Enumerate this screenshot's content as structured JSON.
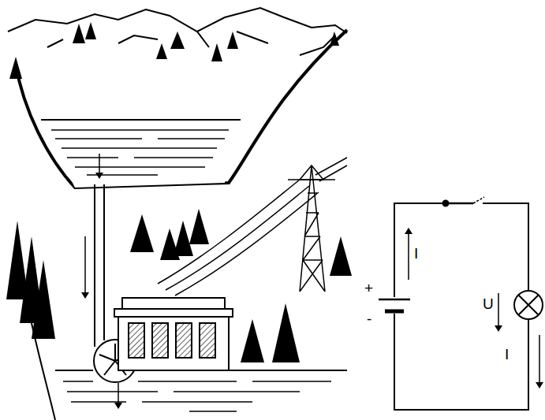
{
  "diagram": {
    "labels": [
      "I",
      "+",
      "U",
      "-",
      "I"
    ]
  }
}
